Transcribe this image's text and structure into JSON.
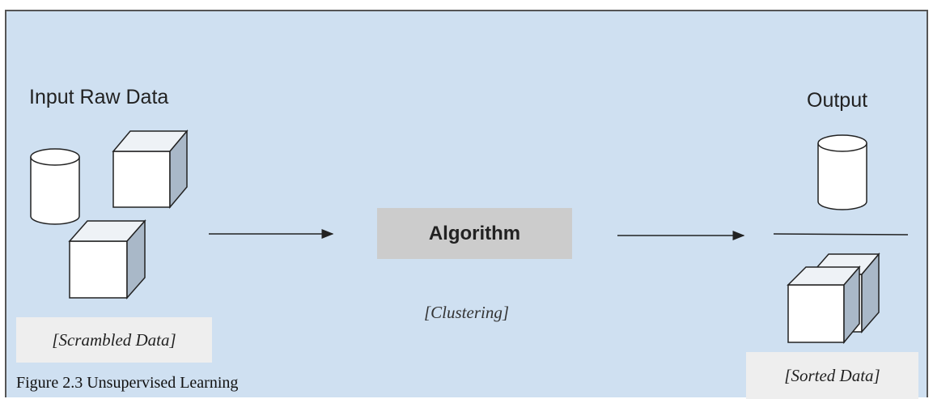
{
  "diagram": {
    "input_title": "Input Raw Data",
    "output_title": "Output",
    "algorithm_label": "Algorithm",
    "clustering_label": "[Clustering]",
    "scrambled_label": "[Scrambled Data]",
    "sorted_label": "[Sorted Data]",
    "caption": "Figure 2.3 Unsupervised Learning"
  },
  "colors": {
    "background": "#cfe0f1",
    "algorithm_box": "#cccccc",
    "label_box": "#eeeeee",
    "cube_side": "#a9b8c8",
    "stroke": "#222222"
  },
  "icons": [
    "cylinder-icon",
    "cube-icon",
    "arrow-icon"
  ]
}
